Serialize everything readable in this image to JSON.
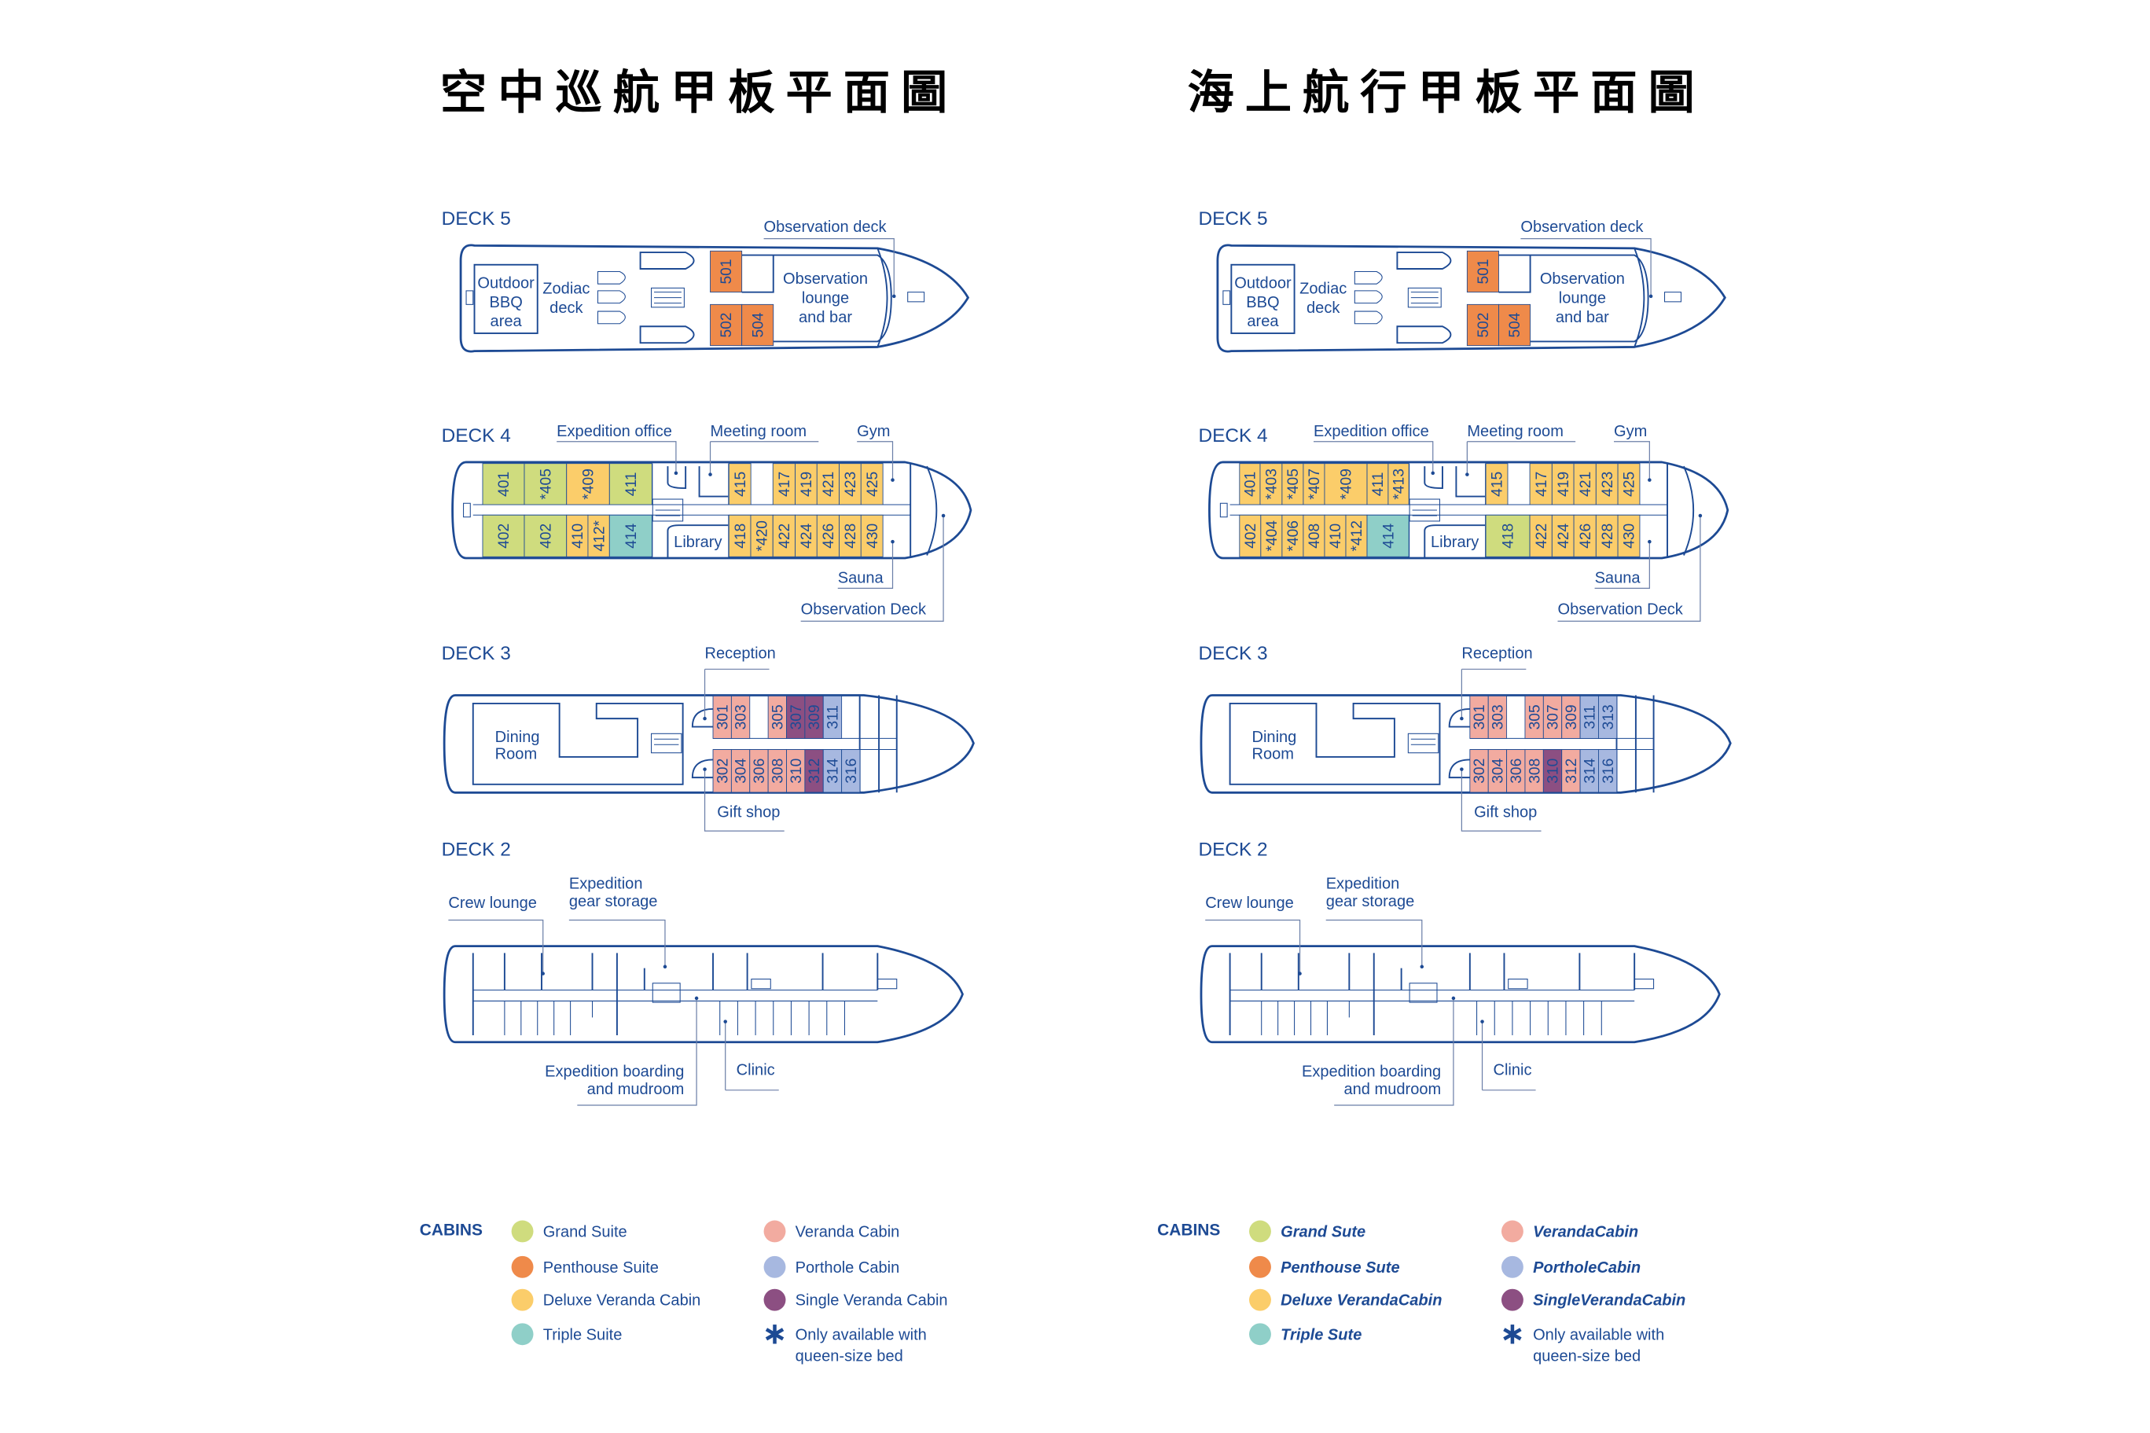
{
  "colors": {
    "ink": "#1d4a94",
    "grand_suite": "#cfdc7e",
    "penthouse_suite": "#ef8a4a",
    "deluxe_veranda": "#fbcd6a",
    "triple_suite": "#8fcfc8",
    "veranda": "#f2aba0",
    "porthole": "#a7b8e0",
    "single_veranda": "#8c4f82"
  },
  "left": {
    "title": "空中巡航甲板平面圖",
    "decks": {
      "deck5": {
        "name": "DECK 5",
        "labels": {
          "observation_deck": "Observation deck",
          "bbq": [
            "Outdoor",
            "BBQ",
            "area"
          ],
          "zodiac": [
            "Zodiac",
            "deck"
          ],
          "lounge": [
            "Observation",
            "lounge",
            "and bar"
          ]
        },
        "top": [
          {
            "n": "501",
            "t": "penthouse_suite"
          }
        ],
        "bottom": [
          {
            "n": "502",
            "t": "penthouse_suite"
          },
          {
            "n": "504",
            "t": "penthouse_suite"
          }
        ]
      },
      "deck4": {
        "name": "DECK 4",
        "labels": {
          "expedition_office": "Expedition office",
          "meeting_room": "Meeting room",
          "gym": "Gym",
          "library": "Library",
          "sauna": "Sauna",
          "observation_deck": "Observation Deck"
        },
        "top": [
          {
            "n": "401",
            "t": "grand_suite"
          },
          {
            "n": "*405",
            "t": "grand_suite"
          },
          {
            "n": "*409",
            "t": "deluxe_veranda"
          },
          {
            "n": "411",
            "t": "grand_suite"
          },
          {
            "n": "415",
            "t": "deluxe_veranda"
          },
          {
            "n": "417",
            "t": "deluxe_veranda"
          },
          {
            "n": "419",
            "t": "deluxe_veranda"
          },
          {
            "n": "421",
            "t": "deluxe_veranda"
          },
          {
            "n": "423",
            "t": "deluxe_veranda"
          },
          {
            "n": "425",
            "t": "deluxe_veranda"
          }
        ],
        "bottom": [
          {
            "n": "402",
            "t": "grand_suite"
          },
          {
            "n": "402",
            "t": "grand_suite"
          },
          {
            "n": "410",
            "t": "deluxe_veranda"
          },
          {
            "n": "412*",
            "t": "deluxe_veranda"
          },
          {
            "n": "414",
            "t": "triple_suite"
          },
          {
            "n": "418",
            "t": "deluxe_veranda"
          },
          {
            "n": "*420",
            "t": "deluxe_veranda"
          },
          {
            "n": "422",
            "t": "deluxe_veranda"
          },
          {
            "n": "424",
            "t": "deluxe_veranda"
          },
          {
            "n": "426",
            "t": "deluxe_veranda"
          },
          {
            "n": "428",
            "t": "deluxe_veranda"
          },
          {
            "n": "430",
            "t": "deluxe_veranda"
          }
        ]
      },
      "deck3": {
        "name": "DECK 3",
        "labels": {
          "reception": "Reception",
          "dining": [
            "Dining",
            "Room"
          ],
          "gift_shop": "Gift shop"
        },
        "top": [
          {
            "n": "301",
            "t": "veranda"
          },
          {
            "n": "303",
            "t": "veranda"
          },
          {
            "n": "305",
            "t": "veranda"
          },
          {
            "n": "307",
            "t": "single_veranda"
          },
          {
            "n": "309",
            "t": "single_veranda"
          },
          {
            "n": "311",
            "t": "porthole"
          }
        ],
        "bottom": [
          {
            "n": "302",
            "t": "veranda"
          },
          {
            "n": "304",
            "t": "veranda"
          },
          {
            "n": "306",
            "t": "veranda"
          },
          {
            "n": "308",
            "t": "veranda"
          },
          {
            "n": "310",
            "t": "veranda"
          },
          {
            "n": "312",
            "t": "single_veranda"
          },
          {
            "n": "314",
            "t": "porthole"
          },
          {
            "n": "316",
            "t": "porthole"
          }
        ]
      },
      "deck2": {
        "name": "DECK 2",
        "labels": {
          "crew_lounge": "Crew lounge",
          "gear_storage": [
            "Expedition",
            "gear storage"
          ],
          "boarding": [
            "Expedition boarding",
            "and mudroom"
          ],
          "clinic": "Clinic"
        }
      }
    },
    "legend": {
      "heading": "CABINS",
      "items": [
        {
          "label": "Grand Suite",
          "t": "grand_suite"
        },
        {
          "label": "Penthouse Suite",
          "t": "penthouse_suite"
        },
        {
          "label": "Deluxe Veranda Cabin",
          "t": "deluxe_veranda"
        },
        {
          "label": "Triple Suite",
          "t": "triple_suite"
        },
        {
          "label": "Veranda Cabin",
          "t": "veranda"
        },
        {
          "label": "Porthole Cabin",
          "t": "porthole"
        },
        {
          "label": "Single Veranda Cabin",
          "t": "single_veranda"
        }
      ],
      "note": [
        "Only available with",
        "queen-size bed"
      ],
      "note_icon": "asterisk-icon"
    }
  },
  "right": {
    "title": "海上航行甲板平面圖",
    "decks": {
      "deck5": {
        "name": "DECK 5",
        "labels": {
          "observation_deck": "Observation deck",
          "bbq": [
            "Outdoor",
            "BBQ",
            "area"
          ],
          "zodiac": [
            "Zodiac",
            "deck"
          ],
          "lounge": [
            "Observation",
            "lounge",
            "and bar"
          ]
        },
        "top": [
          {
            "n": "501",
            "t": "penthouse_suite"
          }
        ],
        "bottom": [
          {
            "n": "502",
            "t": "penthouse_suite"
          },
          {
            "n": "504",
            "t": "penthouse_suite"
          }
        ]
      },
      "deck4": {
        "name": "DECK 4",
        "labels": {
          "expedition_office": "Expedition office",
          "meeting_room": "Meeting room",
          "gym": "Gym",
          "library": "Library",
          "sauna": "Sauna",
          "observation_deck": "Observation Deck"
        },
        "top": [
          {
            "n": "401",
            "t": "deluxe_veranda"
          },
          {
            "n": "*403",
            "t": "deluxe_veranda"
          },
          {
            "n": "*405",
            "t": "deluxe_veranda"
          },
          {
            "n": "*407",
            "t": "deluxe_veranda"
          },
          {
            "n": "*409",
            "t": "deluxe_veranda"
          },
          {
            "n": "411",
            "t": "deluxe_veranda"
          },
          {
            "n": "*413",
            "t": "deluxe_veranda"
          },
          {
            "n": "415",
            "t": "deluxe_veranda"
          },
          {
            "n": "417",
            "t": "deluxe_veranda"
          },
          {
            "n": "419",
            "t": "deluxe_veranda"
          },
          {
            "n": "421",
            "t": "deluxe_veranda"
          },
          {
            "n": "423",
            "t": "deluxe_veranda"
          },
          {
            "n": "425",
            "t": "deluxe_veranda"
          }
        ],
        "bottom": [
          {
            "n": "402",
            "t": "deluxe_veranda"
          },
          {
            "n": "*404",
            "t": "deluxe_veranda"
          },
          {
            "n": "*406",
            "t": "deluxe_veranda"
          },
          {
            "n": "408",
            "t": "deluxe_veranda"
          },
          {
            "n": "410",
            "t": "deluxe_veranda"
          },
          {
            "n": "*412",
            "t": "deluxe_veranda"
          },
          {
            "n": "414",
            "t": "triple_suite"
          },
          {
            "n": "418",
            "t": "grand_suite"
          },
          {
            "n": "422",
            "t": "deluxe_veranda"
          },
          {
            "n": "424",
            "t": "deluxe_veranda"
          },
          {
            "n": "426",
            "t": "deluxe_veranda"
          },
          {
            "n": "428",
            "t": "deluxe_veranda"
          },
          {
            "n": "430",
            "t": "deluxe_veranda"
          }
        ]
      },
      "deck3": {
        "name": "DECK 3",
        "labels": {
          "reception": "Reception",
          "dining": [
            "Dining",
            "Room"
          ],
          "gift_shop": "Gift shop"
        },
        "top": [
          {
            "n": "301",
            "t": "veranda"
          },
          {
            "n": "303",
            "t": "veranda"
          },
          {
            "n": "305",
            "t": "veranda"
          },
          {
            "n": "307",
            "t": "veranda"
          },
          {
            "n": "309",
            "t": "veranda"
          },
          {
            "n": "311",
            "t": "porthole"
          },
          {
            "n": "313",
            "t": "porthole"
          }
        ],
        "bottom": [
          {
            "n": "302",
            "t": "veranda"
          },
          {
            "n": "304",
            "t": "veranda"
          },
          {
            "n": "306",
            "t": "veranda"
          },
          {
            "n": "308",
            "t": "veranda"
          },
          {
            "n": "310",
            "t": "single_veranda"
          },
          {
            "n": "312",
            "t": "veranda"
          },
          {
            "n": "314",
            "t": "porthole"
          },
          {
            "n": "316",
            "t": "porthole"
          }
        ]
      },
      "deck2": {
        "name": "DECK 2",
        "labels": {
          "crew_lounge": "Crew lounge",
          "gear_storage": [
            "Expedition",
            "gear storage"
          ],
          "boarding": [
            "Expedition boarding",
            "and mudroom"
          ],
          "clinic": "Clinic"
        }
      }
    },
    "legend": {
      "heading": "CABINS",
      "items": [
        {
          "label": "Grand Sute",
          "t": "grand_suite"
        },
        {
          "label": "Penthouse Sute",
          "t": "penthouse_suite"
        },
        {
          "label": "Deluxe VerandaCabin",
          "t": "deluxe_veranda"
        },
        {
          "label": "Triple Sute",
          "t": "triple_suite"
        },
        {
          "label": "VerandaCabin",
          "t": "veranda"
        },
        {
          "label": "PortholeCabin",
          "t": "porthole"
        },
        {
          "label": "SingleVerandaCabin",
          "t": "single_veranda"
        }
      ],
      "note": [
        "Only available with",
        "queen-size bed"
      ],
      "note_icon": "asterisk-icon"
    }
  }
}
